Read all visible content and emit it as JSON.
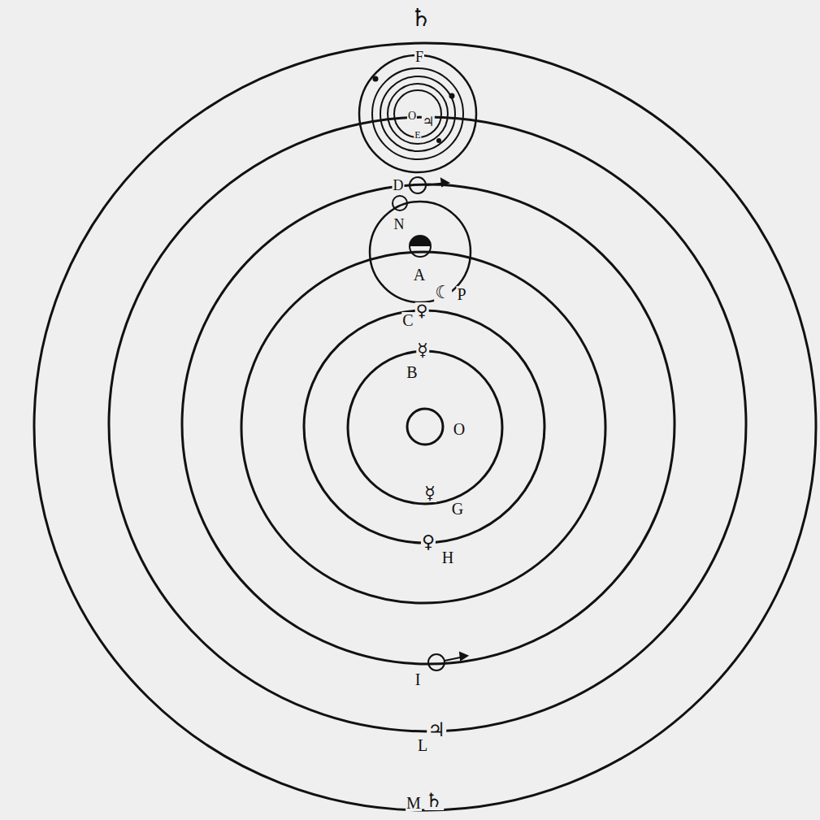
{
  "diagram": {
    "labels": [
      "♄",
      "F",
      "O",
      "♃",
      "E",
      "D",
      "N",
      "A",
      "☾",
      "P",
      "C",
      "♀",
      "☿",
      "B",
      "O",
      "☿",
      "G",
      "♀",
      "H",
      "I",
      "L",
      "♃",
      "M",
      "♄"
    ]
  }
}
